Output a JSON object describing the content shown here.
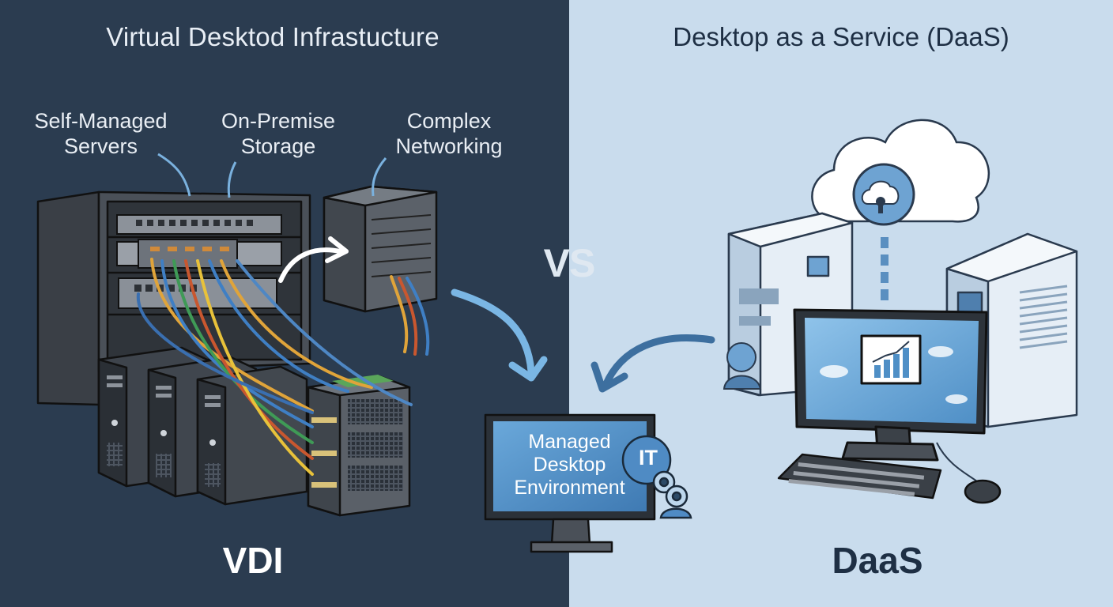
{
  "titles": {
    "vdi": "Virtual Desktod Infrastucture",
    "daas": "Desktop as a Service (DaaS)"
  },
  "vdi_labels": {
    "servers": [
      "Self-Managed",
      "Servers"
    ],
    "storage": [
      "On-Premise",
      "Storage"
    ],
    "networking": [
      "Complex",
      "Networking"
    ]
  },
  "vs": "VS",
  "managed_desktop": {
    "lines": [
      "Managed",
      "Desktop",
      "Environment"
    ],
    "badge": "IT"
  },
  "footers": {
    "vdi": "VDI",
    "daas": "DaaS"
  },
  "colors": {
    "left_bg": "#2b3c50",
    "right_bg": "#c9dced",
    "accent_blue": "#6fa8d6",
    "cable_colors": [
      "#e0a43a",
      "#3f7fc4",
      "#3f9a56",
      "#c9572f",
      "#e8c23a"
    ]
  },
  "icons": [
    "server-rack-icon",
    "network-switch-icon",
    "tower-server-icon",
    "storage-array-icon",
    "cloud-icon",
    "cloud-lock-icon",
    "monitor-icon",
    "keyboard-icon",
    "mouse-icon",
    "headset-user-icon",
    "it-badge-icon",
    "arrow-icon"
  ]
}
